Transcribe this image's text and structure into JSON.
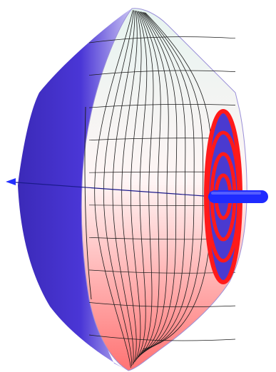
{
  "figure": {
    "kind": "3d-surface-of-revolution",
    "shape": "double-cone-frustum",
    "description_visible_text": "",
    "colors": {
      "surface_top": "#e6f4f0",
      "surface_mid": "#fff5f5",
      "surface_bottom": "#ff7373",
      "shadow_side": "#4a36d6",
      "mesh_lines": "#1a1a1a",
      "axis": "#1f2bff",
      "face_rings": "#ff1a1a",
      "face_fill": "#4a3ad0"
    },
    "mesh": {
      "meridian_lines": 14,
      "parallel_lines": 10
    },
    "end_face": {
      "ring_count": 3
    }
  }
}
